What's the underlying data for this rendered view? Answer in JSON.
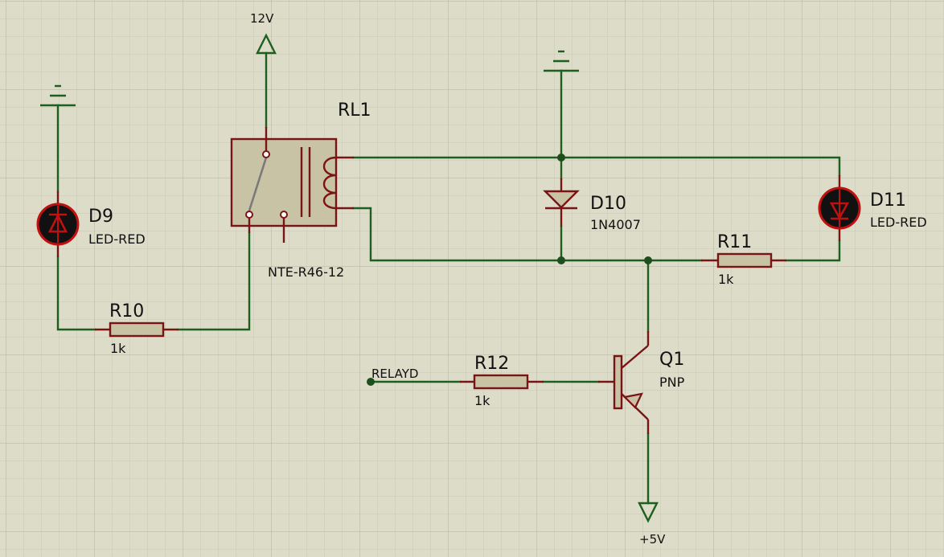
{
  "power": {
    "v12": "12V",
    "v5": "+5V"
  },
  "relay": {
    "ref": "RL1",
    "value": "NTE-R46-12"
  },
  "d9": {
    "ref": "D9",
    "value": "LED-RED"
  },
  "d10": {
    "ref": "D10",
    "value": "1N4007"
  },
  "d11": {
    "ref": "D11",
    "value": "LED-RED"
  },
  "r10": {
    "ref": "R10",
    "value": "1k"
  },
  "r11": {
    "ref": "R11",
    "value": "1k"
  },
  "r12": {
    "ref": "R12",
    "value": "1k"
  },
  "q1": {
    "ref": "Q1",
    "value": "PNP"
  },
  "input": {
    "label": "RELAYD"
  },
  "colors": {
    "background": "#dcdcc9",
    "wire": "#1e5e1e",
    "component": "#7a1414",
    "led": "#c01010"
  }
}
